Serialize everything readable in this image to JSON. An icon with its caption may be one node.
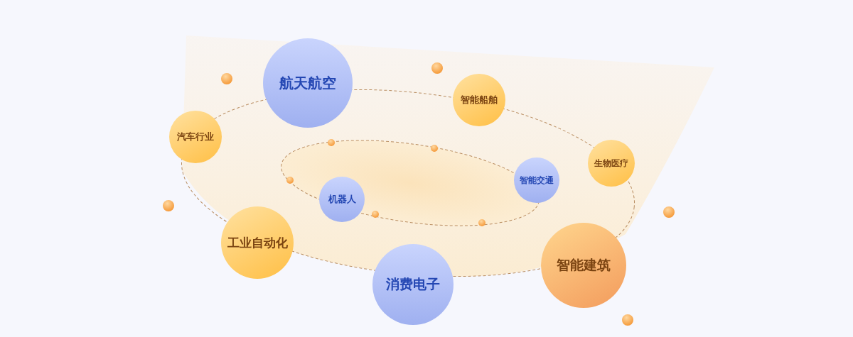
{
  "diagram": {
    "nodes": [
      {
        "text": [
          "航天航空"
        ]
      },
      {
        "text": [
          "智能船舶"
        ]
      },
      {
        "text": [
          "汽车行业"
        ]
      },
      {
        "text": [
          "生物医疗"
        ]
      },
      {
        "text": [
          "智能交通"
        ]
      },
      {
        "text": [
          "机器人"
        ]
      },
      {
        "text": [
          "工业自动化"
        ]
      },
      {
        "text": [
          "消费电子"
        ]
      },
      {
        "text": [
          "智能建筑"
        ]
      }
    ]
  }
}
